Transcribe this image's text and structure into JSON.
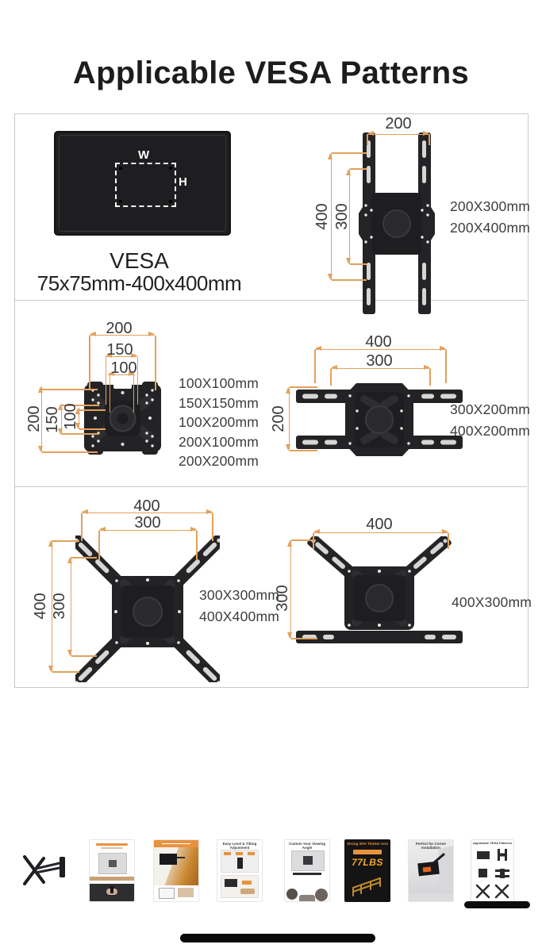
{
  "title": "Applicable VESA Patterns",
  "colors": {
    "dimension_orange": "#E2A15C",
    "thumbnail_orange": "#E8923F",
    "mount_black": "#232325",
    "panel_border": "#C9C9C9",
    "text_dark": "#1D1D1F"
  },
  "tv": {
    "width_label": "W",
    "height_label": "H",
    "vesa_heading": "VESA",
    "vesa_range": "75x75mm-400x400mm"
  },
  "mounts": {
    "m1": {
      "dim_top": "200",
      "dim_left_outer": "400",
      "dim_left_inner": "300",
      "sizes": [
        "200X300mm",
        "200X400mm"
      ]
    },
    "m2": {
      "dims_top": [
        "200",
        "150",
        "100"
      ],
      "dims_left": [
        "200",
        "150",
        "100"
      ],
      "sizes": [
        "100X100mm",
        "150X150mm",
        "100X200mm",
        "200X100mm",
        "200X200mm"
      ]
    },
    "m3": {
      "dims_top": [
        "400",
        "300"
      ],
      "dim_left": "200",
      "sizes": [
        "300X200mm",
        "400X200mm"
      ]
    },
    "m4": {
      "dims_top": [
        "400",
        "300"
      ],
      "dims_left": [
        "400",
        "300"
      ],
      "sizes": [
        "300X300mm",
        "400X400mm"
      ]
    },
    "m5": {
      "dim_top": "400",
      "dim_left": "300",
      "sizes": [
        "400X300mm"
      ]
    }
  },
  "thumbnails": [
    {
      "caption": ""
    },
    {
      "caption": ""
    },
    {
      "caption": ""
    },
    {
      "caption": "Easy Level & Tilting Adjustment"
    },
    {
      "caption": "Custom Your Viewing Angle"
    },
    {
      "caption": "Strong 30% Thicker Arm",
      "big_text": "77LBS"
    },
    {
      "caption": "Perfect for Corner Installation"
    },
    {
      "caption": "Applicable VESA Patterns"
    }
  ]
}
